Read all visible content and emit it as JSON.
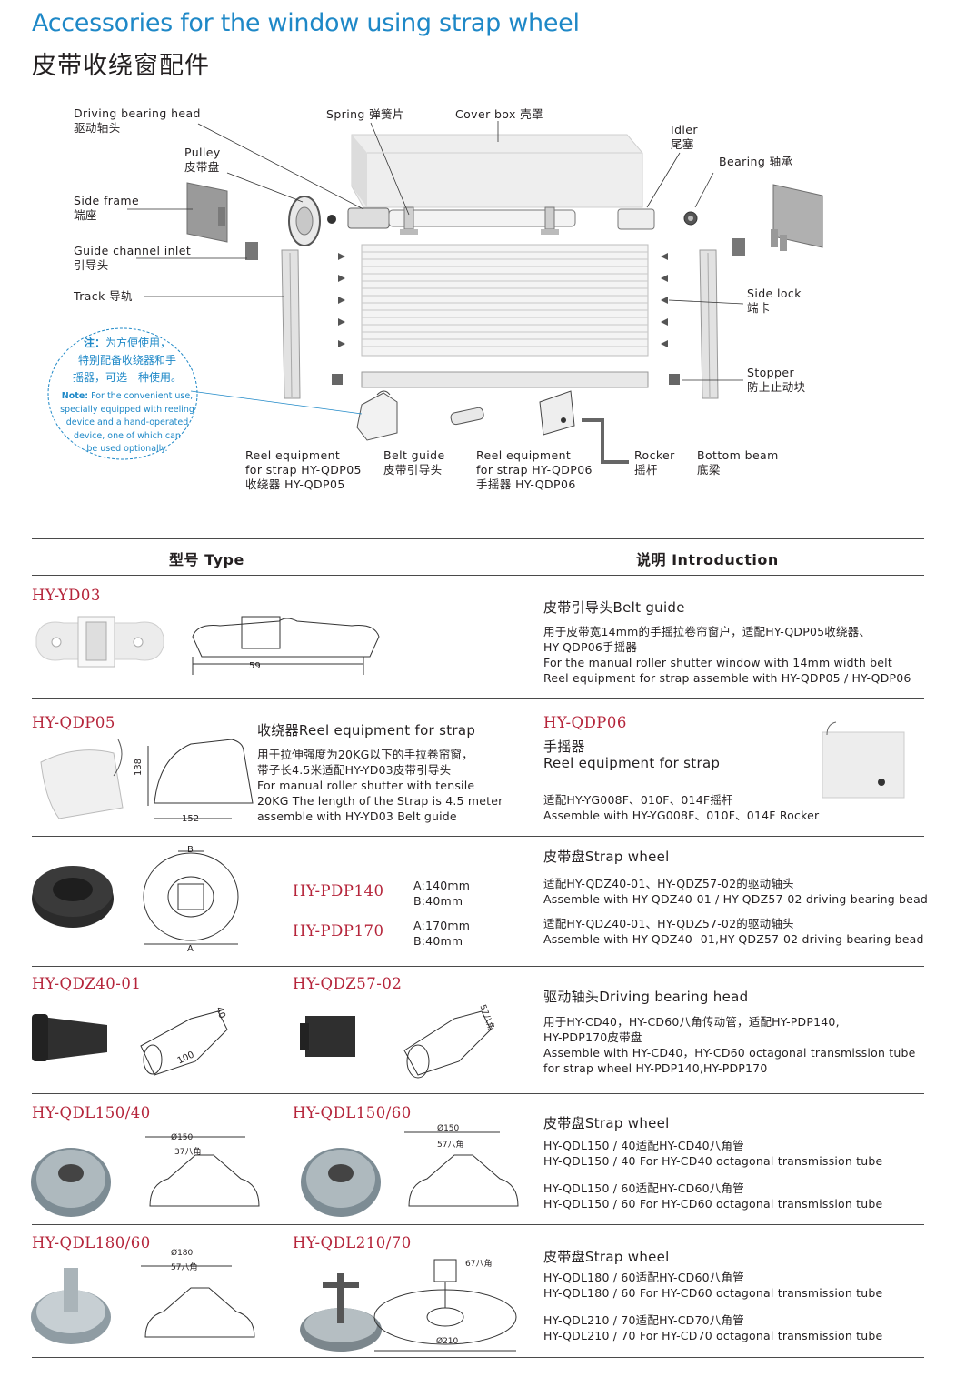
{
  "header": {
    "title_en": "Accessories for the window using strap wheel",
    "title_zh": "皮带收绕窗配件"
  },
  "diagram": {
    "driving_bearing_head": [
      "Driving bearing head",
      "驱动轴头"
    ],
    "spring": "Spring 弹簧片",
    "cover_box": "Cover box  壳罩",
    "idler": [
      "Idler",
      "尾塞"
    ],
    "bearing": "Bearing 轴承",
    "pulley": [
      "Pulley",
      "皮带盘"
    ],
    "side_frame": [
      "Side frame",
      "端座"
    ],
    "guide_channel_inlet": [
      "Guide channel inlet",
      "引导头"
    ],
    "track": "Track 导轨",
    "side_lock": [
      "Side lock",
      "端卡"
    ],
    "stopper": [
      "Stopper",
      "防上止动块"
    ],
    "note_zh_prefix": "注：",
    "note_zh": [
      "为方便使用，",
      "特别配备收绕器和手",
      "摇器，可选一种使用。"
    ],
    "note_en_prefix": "Note:",
    "note_en": [
      " For the convenient use,",
      "specially equipped with reeling",
      "device and a hand-operated",
      "device, one of which can",
      "be used optionally."
    ],
    "reel_qdp05": [
      "Reel equipment",
      "for strap HY-QDP05",
      "收绕器 HY-QDP05"
    ],
    "belt_guide": [
      "Belt guide",
      "皮带引导头"
    ],
    "reel_qdp06": [
      "Reel equipment",
      "for strap HY-QDP06",
      "手摇器 HY-QDP06"
    ],
    "rocker": [
      "Rocker",
      "摇杆"
    ],
    "bottom_beam": [
      "Bottom beam",
      "底梁"
    ]
  },
  "table": {
    "col_type": "型号 Type",
    "col_intro": "说明 Introduction",
    "yd03": {
      "model": "HY-YD03",
      "dim": "59",
      "title": "皮带引导头Belt guide",
      "lines": [
        "用于皮带宽14mm的手摇拉卷帘窗户，适配HY-QDP05收绕器、",
        "HY-QDP06手摇器",
        "For the manual roller shutter window with 14mm width belt",
        "Reel equipment for strap assemble with HY-QDP05 / HY-QDP06"
      ]
    },
    "qdp05": {
      "model": "HY-QDP05",
      "dim_h": "138",
      "dim_w": "152",
      "title": "收绕器Reel equipment for strap",
      "lines": [
        "用于拉伸强度为20KG以下的手拉卷帘窗，",
        "带子长4.5米适配HY-YD03皮带引导头",
        "For manual roller shutter with tensile",
        "20KG The length of the Strap is 4.5 meter",
        "assemble with HY-YD03 Belt guide"
      ]
    },
    "qdp06": {
      "model": "HY-QDP06",
      "title_zh": "手摇器",
      "title_en": "Reel equipment for strap",
      "lines": [
        "适配HY-YG008F、010F、014F摇杆",
        "Assemble with HY-YG008F、010F、014F Rocker"
      ]
    },
    "pdp": {
      "dim_a": "A",
      "dim_b": "B",
      "model_140": "HY-PDP140",
      "spec_140": [
        "A:140mm",
        "B:40mm"
      ],
      "model_170": "HY-PDP170",
      "spec_170": [
        "A:170mm",
        "B:40mm"
      ],
      "title": "皮带盘Strap wheel",
      "lines_140": [
        "适配HY-QDZ40-01、HY-QDZ57-02的驱动轴头",
        "Assemble with HY-QDZ40-01 / HY-QDZ57-02 driving bearing bead"
      ],
      "lines_170": [
        "适配HY-QDZ40-01、HY-QDZ57-02的驱动轴头",
        "Assemble with HY-QDZ40- 01,HY-QDZ57-02 driving bearing bead"
      ]
    },
    "qdz": {
      "model_40": "HY-QDZ40-01",
      "dim_40a": "40",
      "dim_40b": "100",
      "model_57": "HY-QDZ57-02",
      "dim_57": "57八角",
      "title": "驱动轴头Driving bearing head",
      "lines": [
        "用于HY-CD40，HY-CD60八角传动管，适配HY-PDP140,",
        "HY-PDP170皮带盘",
        "Assemble with HY-CD40，HY-CD60 octagonal transmission tube",
        "for strap wheel HY-PDP140,HY-PDP170"
      ]
    },
    "qdl150": {
      "model_40": "HY-QDL150/40",
      "dia_40": "Ø150",
      "oct_40": "37八角",
      "model_60": "HY-QDL150/60",
      "dia_60": "Ø150",
      "oct_60": "57八角",
      "title": "皮带盘Strap wheel",
      "lines_40": [
        "HY-QDL150 / 40适配HY-CD40八角管",
        "HY-QDL150 / 40 For HY-CD40 octagonal transmission tube"
      ],
      "lines_60": [
        "HY-QDL150 / 60适配HY-CD60八角管",
        "HY-QDL150 / 60 For HY-CD60 octagonal transmission tube"
      ]
    },
    "qdl180": {
      "model_180": "HY-QDL180/60",
      "dia_180": "Ø180",
      "oct_180": "57八角",
      "model_210": "HY-QDL210/70",
      "oct_210": "67八角",
      "dia_210": "Ø210",
      "title": "皮带盘Strap wheel",
      "lines_180": [
        "HY-QDL180 / 60适配HY-CD60八角管",
        "HY-QDL180 / 60 For HY-CD60 octagonal transmission tube"
      ],
      "lines_210": [
        "HY-QDL210 / 70适配HY-CD70八角管",
        "HY-QDL210 / 70 For HY-CD70 octagonal transmission tube"
      ]
    }
  },
  "colors": {
    "title_blue": "#1e88c7",
    "model_red": "#b5243a",
    "rule_gray": "#4a4a4a"
  }
}
